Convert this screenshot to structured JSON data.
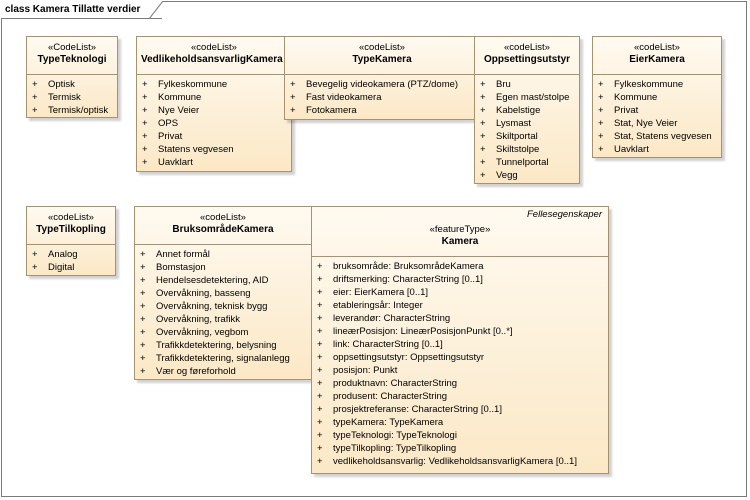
{
  "frame": {
    "title": "class Kamera Tillatte verdier"
  },
  "classes": {
    "type_teknologi": {
      "stereotype": "«CodeList»",
      "name": "TypeTeknologi",
      "items": [
        "Optisk",
        "Termisk",
        "Termisk/optisk"
      ]
    },
    "vedlikehold": {
      "stereotype": "«codeList»",
      "name": "VedlikeholdsansvarligKamera",
      "items": [
        "Fylkeskommune",
        "Kommune",
        "Nye Veier",
        "OPS",
        "Privat",
        "Statens vegvesen",
        "Uavklart"
      ]
    },
    "type_kamera": {
      "stereotype": "«codeList»",
      "name": "TypeKamera",
      "items": [
        "Bevegelig videokamera (PTZ/dome)",
        "Fast videokamera",
        "Fotokamera"
      ]
    },
    "oppsettingsutstyr": {
      "stereotype": "«codeList»",
      "name": "Oppsettingsutstyr",
      "items": [
        "Bru",
        "Egen mast/stolpe",
        "Kabelstige",
        "Lysmast",
        "Skiltportal",
        "Skiltstolpe",
        "Tunnelportal",
        "Vegg"
      ]
    },
    "eier_kamera": {
      "stereotype": "«codeList»",
      "name": "EierKamera",
      "items": [
        "Fylkeskommune",
        "Kommune",
        "Privat",
        "Stat, Nye Veier",
        "Stat, Statens vegvesen",
        "Uavklart"
      ]
    },
    "type_tilkopling": {
      "stereotype": "«codeList»",
      "name": "TypeTilkopling",
      "items": [
        "Analog",
        "Digital"
      ]
    },
    "bruksomrade": {
      "stereotype": "«codeList»",
      "name": "BruksområdeKamera",
      "items": [
        "Annet formål",
        "Bomstasjon",
        "Hendelsesdetektering, AID",
        "Overvåkning, basseng",
        "Overvåkning, teknisk bygg",
        "Overvåkning, trafikk",
        "Overvåkning, vegbom",
        "Trafikkdetektering, belysning",
        "Trafikkdetektering, signalanlegg",
        "Vær og føreforhold"
      ]
    },
    "kamera": {
      "note": "Fellesegenskaper",
      "stereotype": "«featureType»",
      "name": "Kamera",
      "items": [
        "bruksområde: BruksområdeKamera",
        "driftsmerking: CharacterString [0..1]",
        "eier: EierKamera [0..1]",
        "etableringsår: Integer",
        "leverandør: CharacterString",
        "lineærPosisjon: LineærPosisjonPunkt [0..*]",
        "link: CharacterString [0..1]",
        "oppsettingsutstyr: Oppsettingsutstyr",
        "posisjon: Punkt",
        "produktnavn: CharacterString",
        "produsent: CharacterString",
        "prosjektreferanse: CharacterString [0..1]",
        "typeKamera: TypeKamera",
        "typeTeknologi: TypeTeknologi",
        "typeTilkopling: TypeTilkopling",
        "vedlikeholdsansvarlig: VedlikeholdsansvarligKamera [0..1]"
      ]
    }
  },
  "visibility_symbol": "+"
}
